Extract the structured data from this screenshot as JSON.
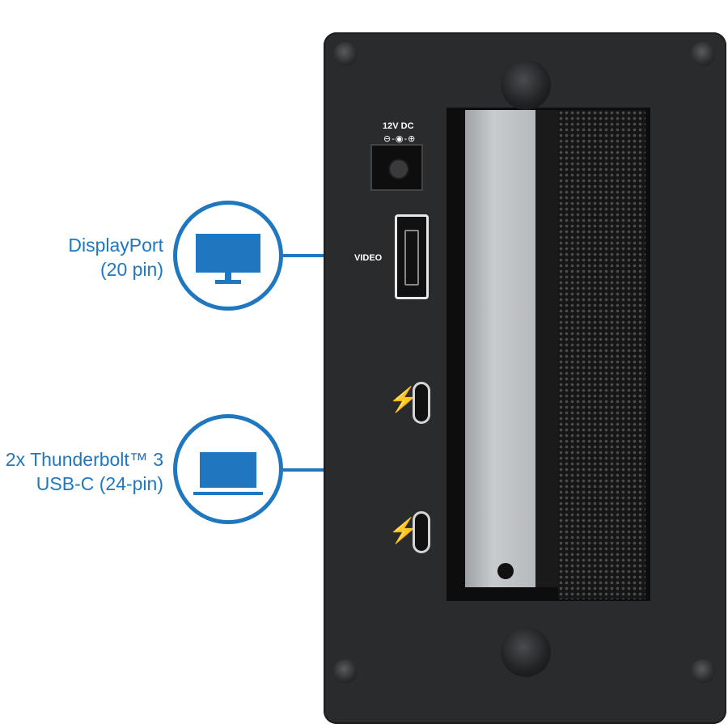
{
  "callouts": [
    {
      "title": "DisplayPort",
      "subtitle": "(20 pin)",
      "icon": "monitor-icon"
    },
    {
      "title": "2x Thunderbolt™ 3",
      "subtitle": "USB-C (24-pin)",
      "icon": "laptop-icon"
    }
  ],
  "panel": {
    "power_label": "12V DC",
    "video_label": "VIDEO",
    "ports": [
      "dc-power-jack",
      "displayport",
      "thunderbolt-3-usb-c",
      "thunderbolt-3-usb-c"
    ]
  },
  "colors": {
    "accent": "#1f77bf",
    "panel": "#2a2b2d"
  }
}
